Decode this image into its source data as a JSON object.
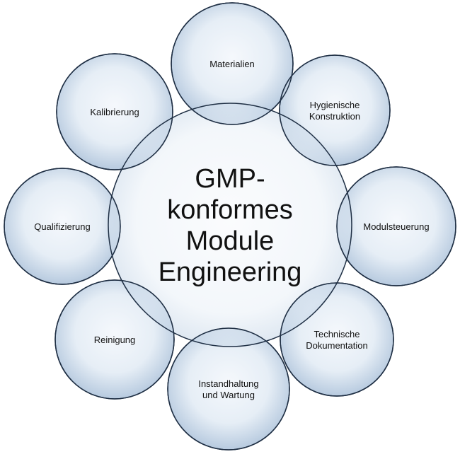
{
  "center": {
    "lines": [
      "GMP-",
      "konformes",
      "Module",
      "Engineering"
    ]
  },
  "satellites": [
    {
      "lines": [
        "Materialien"
      ]
    },
    {
      "lines": [
        "Hygienische",
        "Konstruktion"
      ]
    },
    {
      "lines": [
        "Modulsteuerung"
      ]
    },
    {
      "lines": [
        "Technische",
        "Dokumentation"
      ]
    },
    {
      "lines": [
        "Instandhaltung",
        "und Wartung"
      ]
    },
    {
      "lines": [
        "Reinigung"
      ]
    },
    {
      "lines": [
        "Qualifizierung"
      ]
    },
    {
      "lines": [
        "Kalibrierung"
      ]
    }
  ],
  "colors": {
    "circle_fill_light": "#f3f7fb",
    "circle_fill_dark": "#b7cadf",
    "circle_stroke": "#1f2f44",
    "text": "#111111"
  }
}
